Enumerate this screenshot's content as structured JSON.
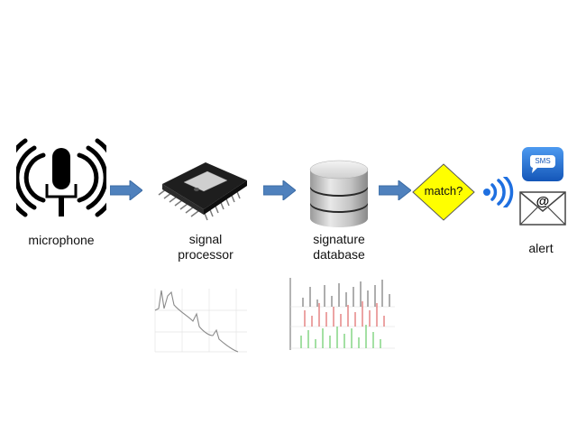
{
  "nodes": [
    {
      "id": "microphone",
      "label_lines": [
        "microphone"
      ],
      "icon": "microphone-icon"
    },
    {
      "id": "signal-processor",
      "label_lines": [
        "signal",
        "processor"
      ],
      "icon": "chip-icon"
    },
    {
      "id": "signature-database",
      "label_lines": [
        "signature",
        "database"
      ],
      "icon": "database-icon"
    },
    {
      "id": "match-decision",
      "label": "match?",
      "icon": "diamond-decision-shape"
    },
    {
      "id": "alert",
      "label_lines": [
        "alert"
      ],
      "icon": "sms-email-icon",
      "sms_text": "SMS",
      "email_symbol": "@"
    }
  ],
  "colors": {
    "arrow": "#4f81bd",
    "decision_fill": "#ffff00",
    "sms_blue": "#1f6fd1",
    "wifi_blue": "#1e6fe0",
    "spectrum_line": "#888888",
    "peak_top": "#777777",
    "peak_mid": "#e06666",
    "peak_low": "#66cc66"
  }
}
